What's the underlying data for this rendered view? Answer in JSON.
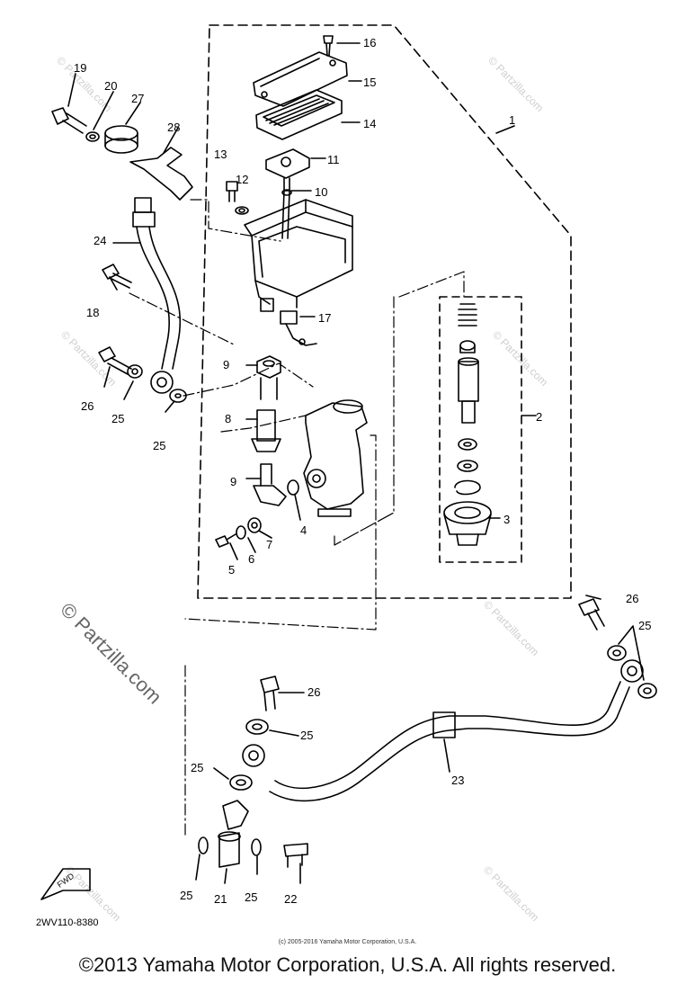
{
  "watermark": {
    "big_label": "© Partzilla.com",
    "small_label": "© Partzilla.com"
  },
  "diagram_code": "2WV110-8380",
  "fwd_label": "FWD",
  "footer_small": "(c) 2005-2016 Yamaha Motor Corporation, U.S.A.",
  "copyright": "©2013 Yamaha Motor Corporation, U.S.A. All rights reserved.",
  "callouts": {
    "c1": "1",
    "c2": "2",
    "c3": "3",
    "c4": "4",
    "c5": "5",
    "c6": "6",
    "c7": "7",
    "c8": "8",
    "c9a": "9",
    "c9b": "9",
    "c10": "10",
    "c11": "11",
    "c12": "12",
    "c13": "13",
    "c14": "14",
    "c15": "15",
    "c16": "16",
    "c17": "17",
    "c18": "18",
    "c19": "19",
    "c20": "20",
    "c21": "21",
    "c22": "22",
    "c23": "23",
    "c24": "24",
    "c25a": "25",
    "c25b": "25",
    "c25c": "25",
    "c25d": "25",
    "c25e": "25",
    "c25f": "25",
    "c25g": "25",
    "c26a": "26",
    "c26b": "26",
    "c26c": "26",
    "c27": "27",
    "c28": "28"
  },
  "colors": {
    "ink": "#000000",
    "watermark": "#cfcfcf"
  }
}
